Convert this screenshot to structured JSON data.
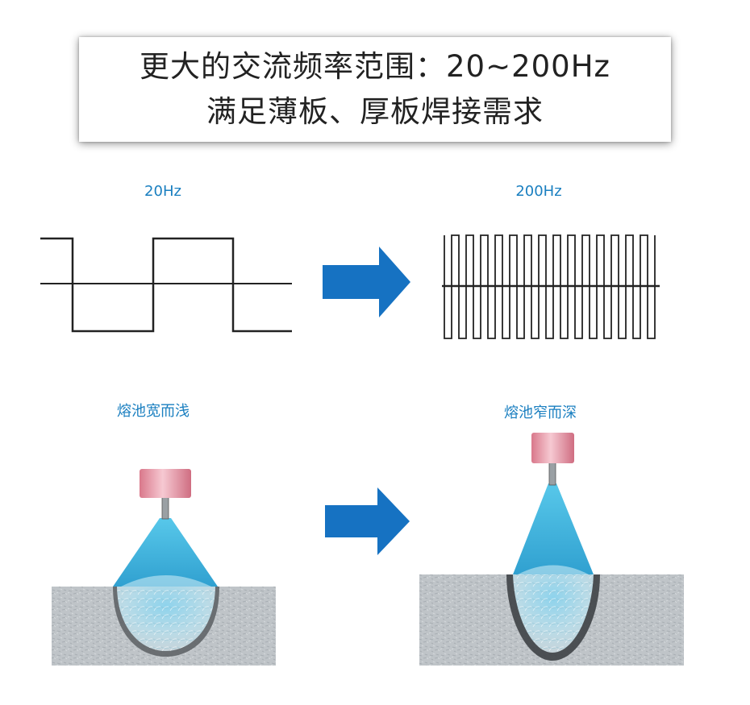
{
  "title": {
    "line1": "更大的交流频率范围：20~200Hz",
    "line2": "满足薄板、厚板焊接需求"
  },
  "waveforms": {
    "low": {
      "label": "20Hz",
      "cycles": 1.5
    },
    "high": {
      "label": "200Hz",
      "cycles": 15
    }
  },
  "weld_pools": {
    "wide": {
      "label": "熔池宽而浅"
    },
    "narrow": {
      "label": "熔池窄而深"
    }
  },
  "colors": {
    "label_blue": "#1a7fc0",
    "arrow_blue": "#1672c2",
    "wave_stroke": "#222222",
    "torch_pink": "#e89aa8",
    "arc_cyan": "#2aa9d8",
    "metal_gray": "#b7bcc0"
  },
  "icons": {
    "arrow": "right-arrow-icon",
    "torch": "welding-torch-icon"
  }
}
